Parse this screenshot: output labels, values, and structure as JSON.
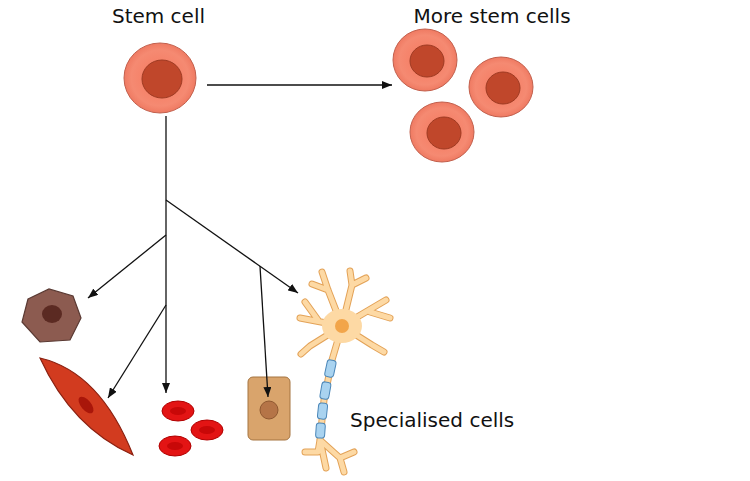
{
  "diagram": {
    "nodes": [
      {
        "text": [
          "Stem cell"
        ]
      },
      {
        "text": [
          "More stem cells"
        ]
      },
      {
        "text": [
          "Specialised cells"
        ]
      }
    ],
    "edges": [
      {
        "from": 0,
        "to": 1,
        "arrow": "to"
      },
      {
        "from": 0,
        "to": 2,
        "arrow": "to"
      }
    ]
  }
}
